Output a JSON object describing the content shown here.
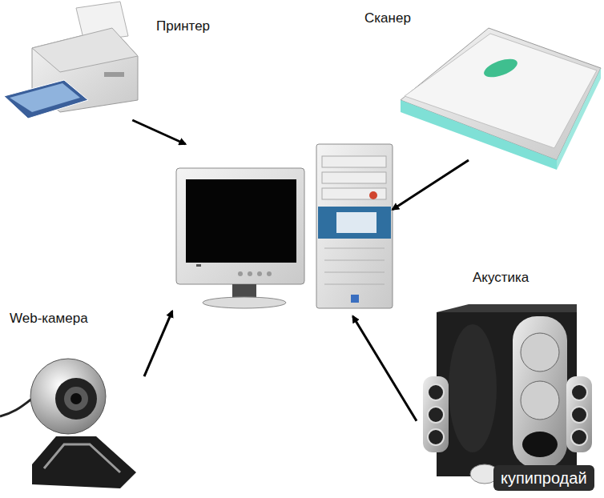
{
  "diagram": {
    "nodes": [
      {
        "text": [
          "Принтер"
        ]
      },
      {
        "text": [
          "Сканер"
        ]
      },
      {
        "text": []
      },
      {
        "text": [
          "Web-камера"
        ]
      },
      {
        "text": [
          "Акустика"
        ]
      }
    ],
    "edges": [
      {
        "from": 0,
        "to": 2,
        "arrow": "to"
      },
      {
        "from": 1,
        "to": 2,
        "arrow": "to"
      },
      {
        "from": 3,
        "to": 2,
        "arrow": "to"
      },
      {
        "from": 4,
        "to": 2,
        "arrow": "to"
      }
    ],
    "labels": [
      "купипродай"
    ]
  }
}
